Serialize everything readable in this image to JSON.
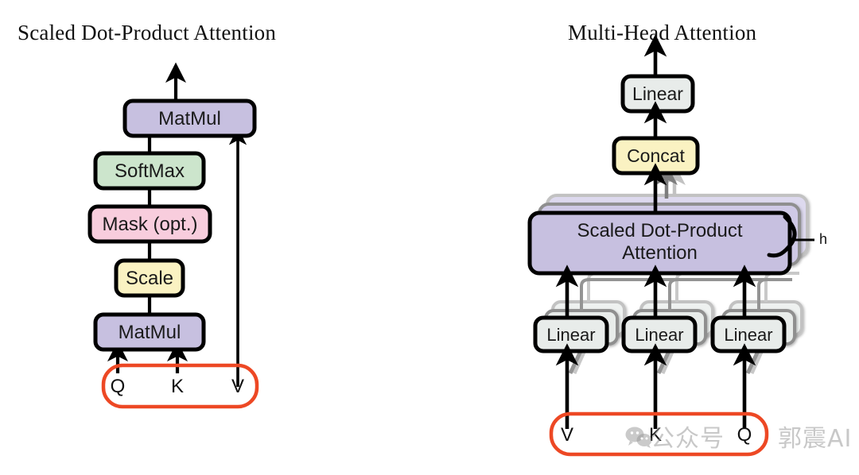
{
  "figure": {
    "left_title": "Scaled Dot-Product Attention",
    "right_title": "Multi-Head Attention"
  },
  "colors": {
    "purple": "#c7c0e0",
    "green": "#cce5cc",
    "pink": "#f8cddd",
    "yellow": "#faf2c2",
    "gray": "#e8ecea",
    "outline": "#000000",
    "highlight": "#ed4824",
    "stack_mid": "#9a9a9a",
    "stack_light": "#c9c9c9"
  },
  "left_diagram": {
    "blocks": [
      {
        "label": "MatMul",
        "color": "purple"
      },
      {
        "label": "SoftMax",
        "color": "green"
      },
      {
        "label": "Mask (opt.)",
        "color": "pink"
      },
      {
        "label": "Scale",
        "color": "yellow"
      },
      {
        "label": "MatMul",
        "color": "purple"
      }
    ],
    "inputs": [
      "Q",
      "K",
      "V"
    ]
  },
  "right_diagram": {
    "blocks": [
      {
        "label": "Linear",
        "color": "gray"
      },
      {
        "label": "Concat",
        "color": "yellow"
      },
      {
        "label": "Scaled Dot-Product",
        "label2": "Attention",
        "color": "purple"
      },
      {
        "label": "Linear",
        "color": "gray"
      },
      {
        "label": "Linear",
        "color": "gray"
      },
      {
        "label": "Linear",
        "color": "gray"
      }
    ],
    "heads_label": "h",
    "inputs": [
      "V",
      "K",
      "Q"
    ]
  },
  "watermark": {
    "text": "公众号",
    "text2": "郭震AI",
    "icon": "wechat-icon"
  }
}
